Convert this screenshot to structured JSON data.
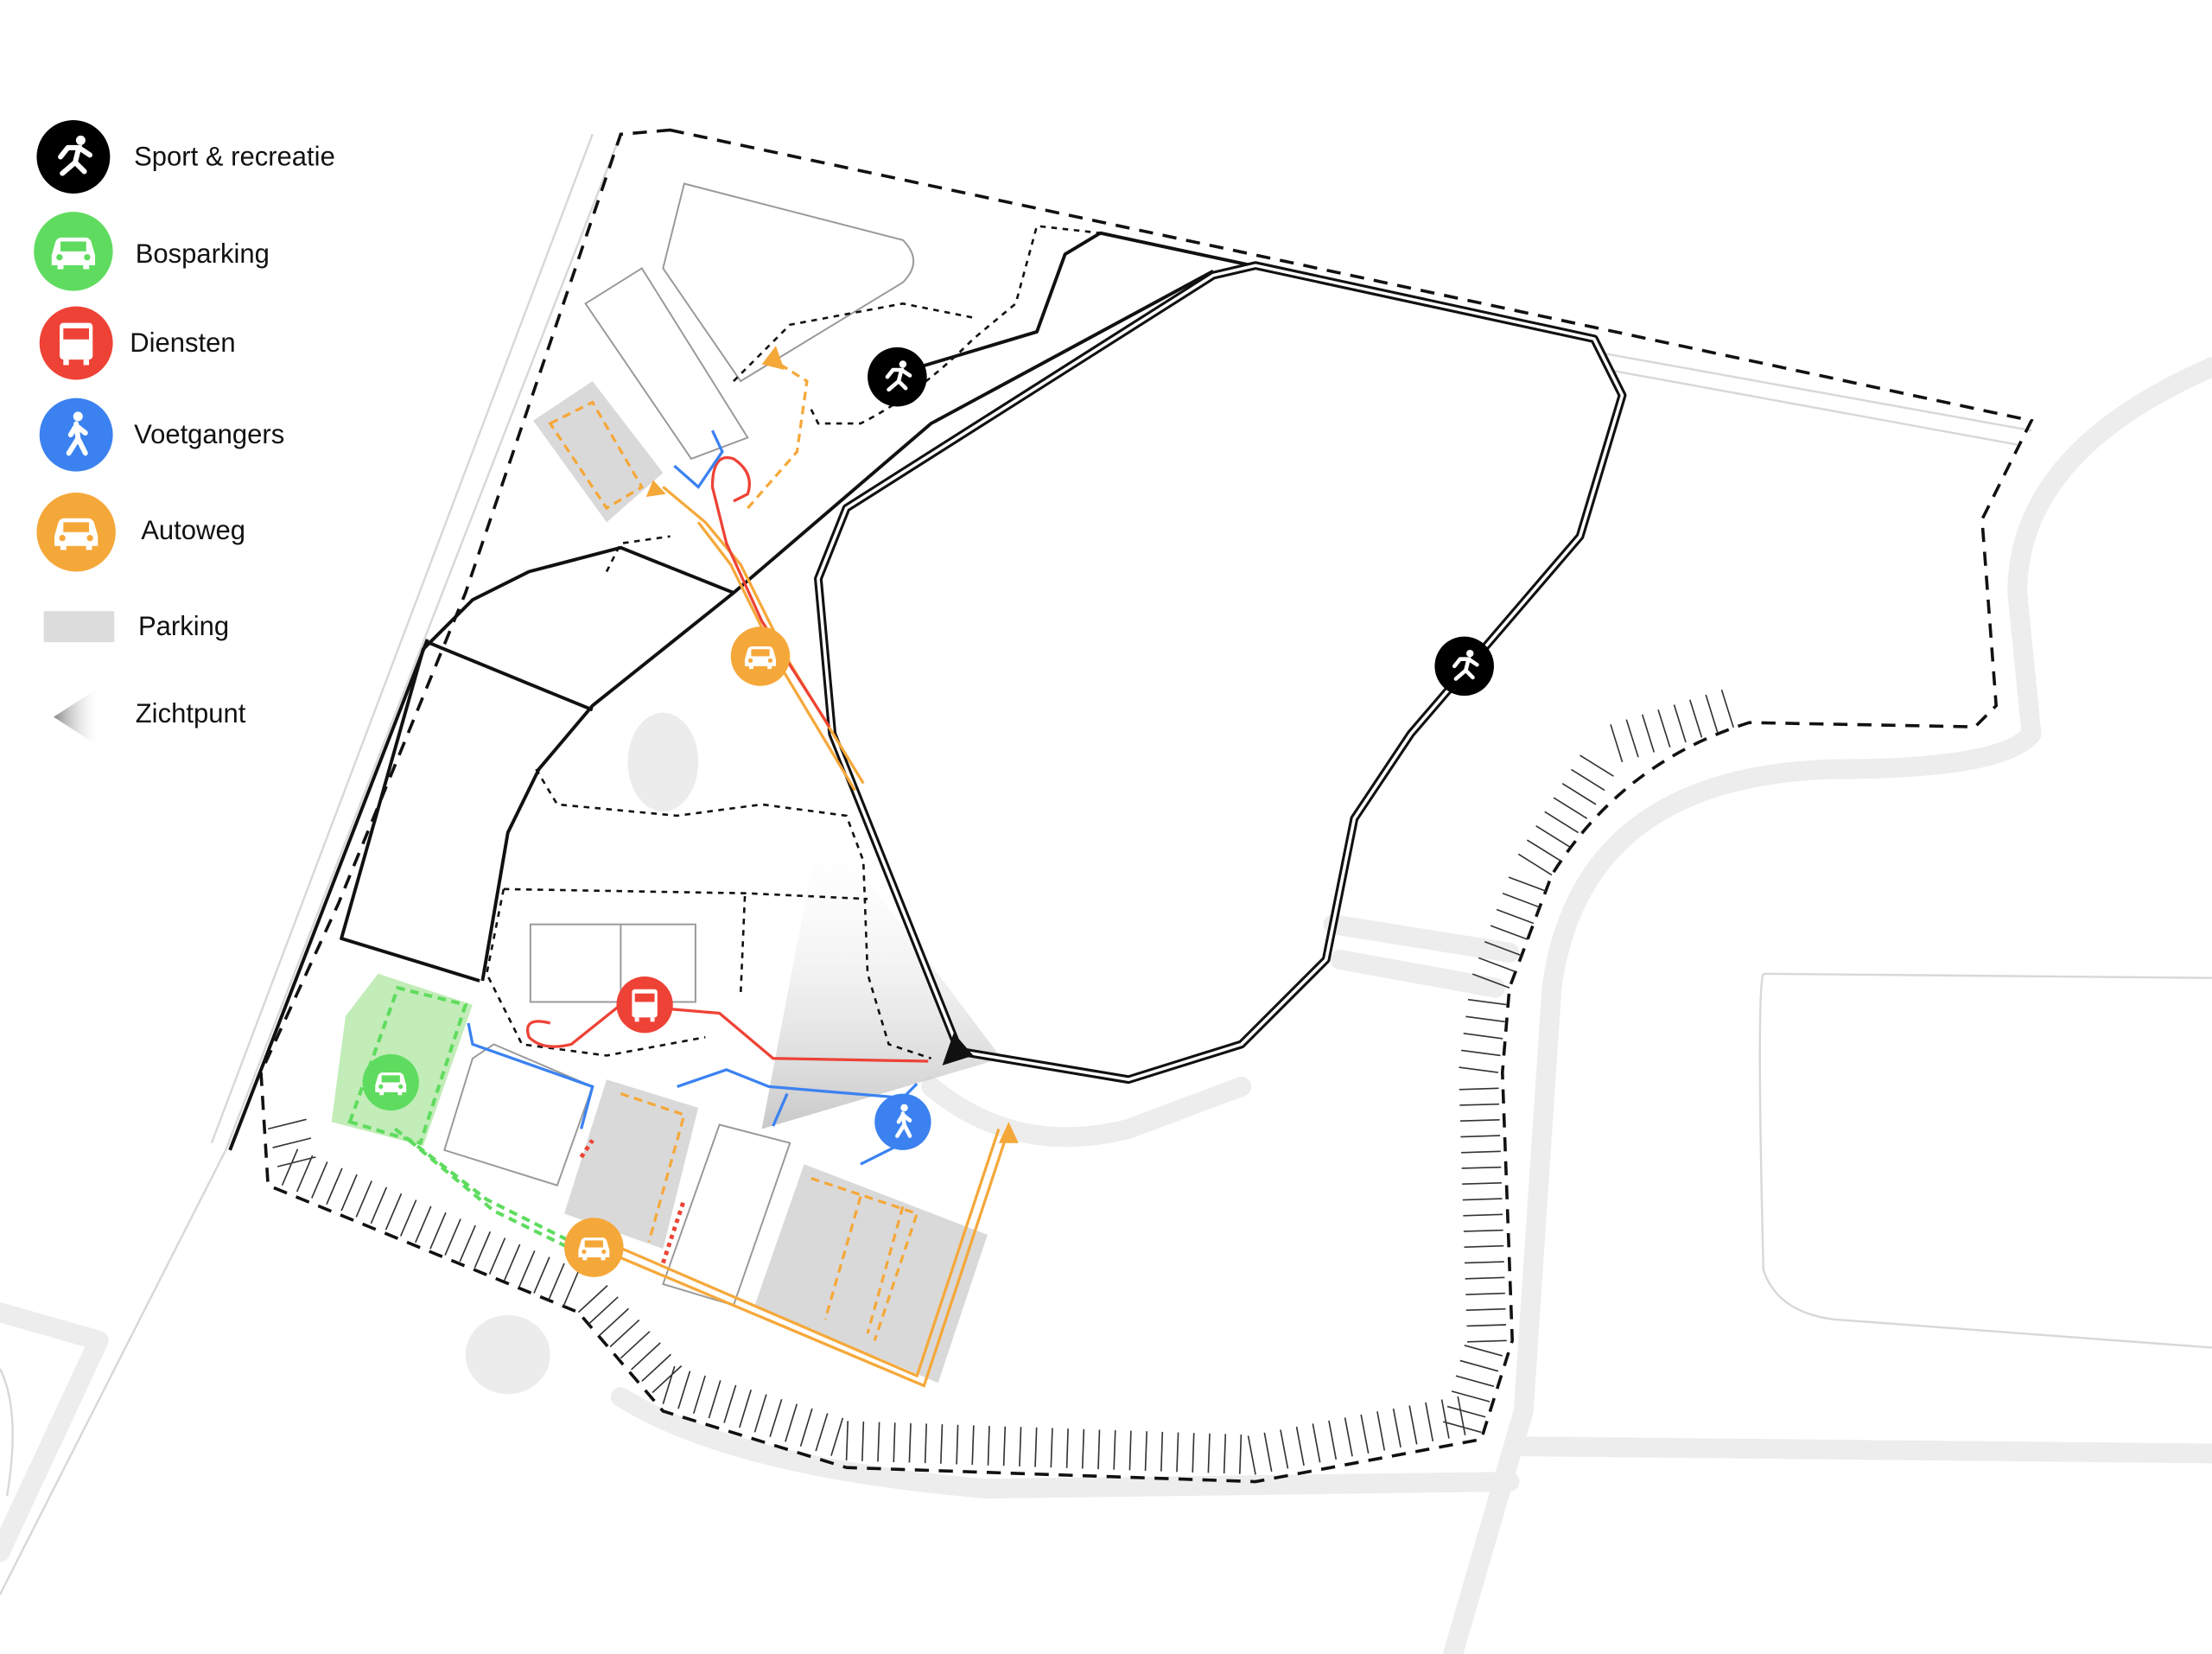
{
  "legend": {
    "items": [
      {
        "label": "Sport & recreatie",
        "icon": "runner-icon",
        "color": "#000000"
      },
      {
        "label": "Bosparking",
        "icon": "car-icon",
        "color": "#5fdc5f"
      },
      {
        "label": "Diensten",
        "icon": "van-icon",
        "color": "#ee4236"
      },
      {
        "label": "Voetgangers",
        "icon": "pedestrian-icon",
        "color": "#3b82f0"
      },
      {
        "label": "Autoweg",
        "icon": "car-icon",
        "color": "#f5a83a"
      },
      {
        "label": "Parking",
        "icon": "parking-swatch",
        "color": "#dcdcdc"
      },
      {
        "label": "Zichtpunt",
        "icon": "viewpoint-icon",
        "color": "#999999"
      }
    ]
  },
  "colors": {
    "sport": "#000000",
    "bosparking": "#5fdc5f",
    "diensten": "#ee4236",
    "voetgangers": "#3b82f0",
    "autoweg": "#f5a83a",
    "parking": "#dcdcdc"
  }
}
